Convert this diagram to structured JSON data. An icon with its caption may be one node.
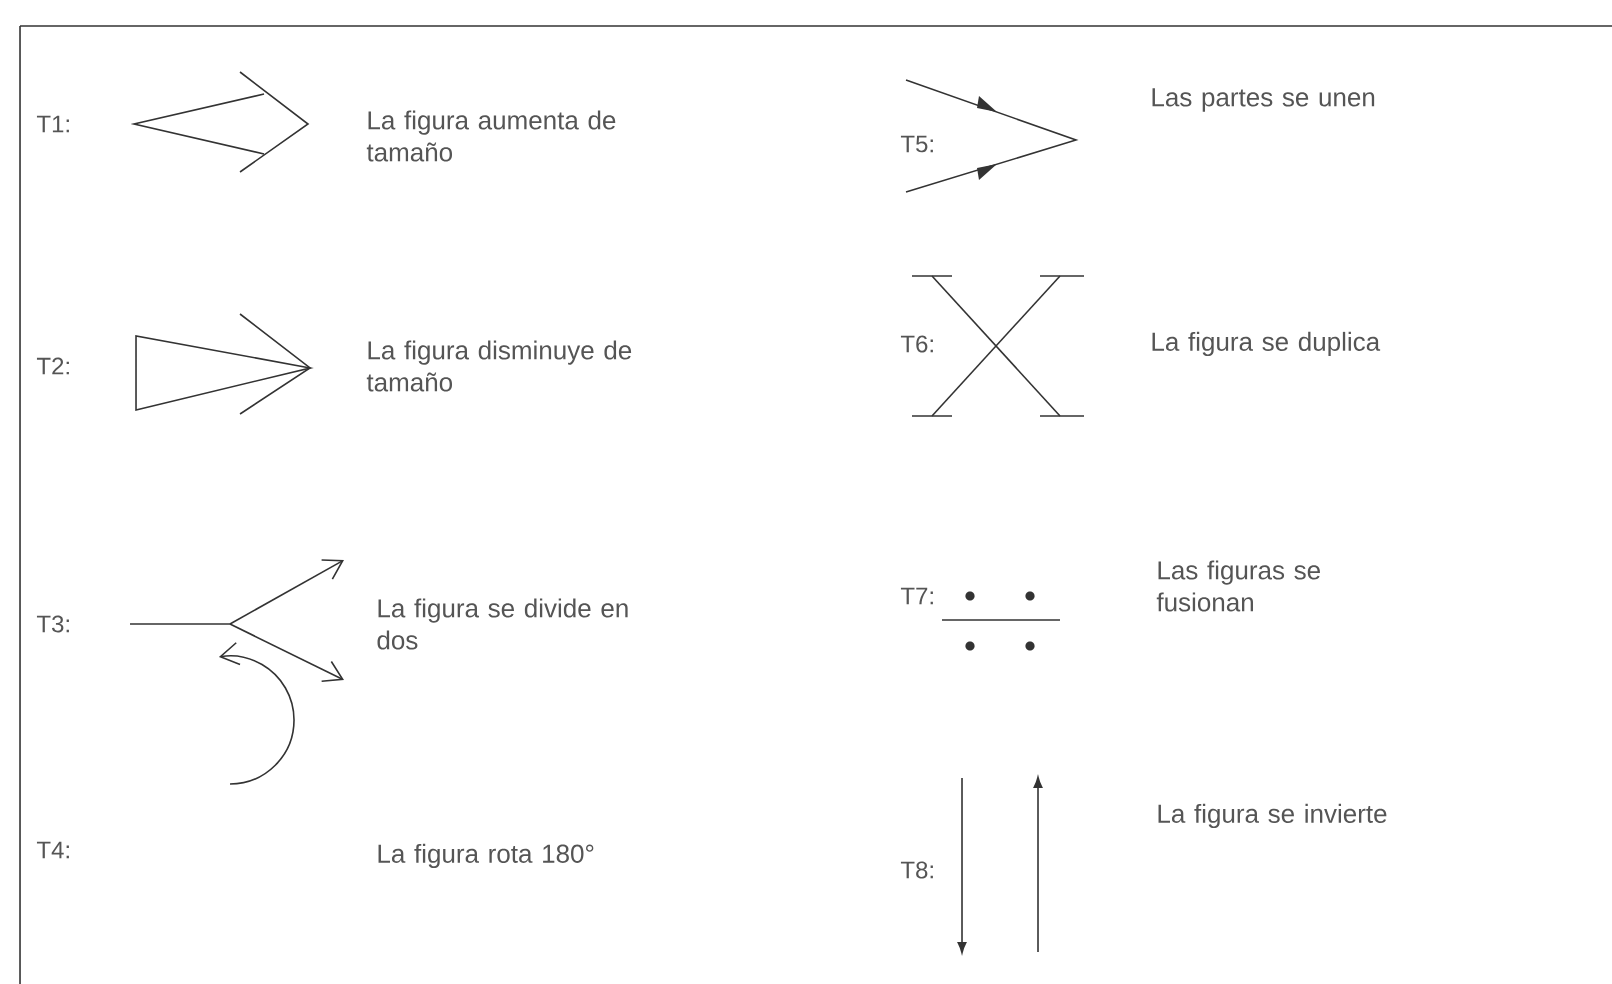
{
  "diagram": {
    "labels": [
      "T1:",
      "La figura aumenta de tamaño",
      "T5:",
      "Las partes se unen",
      "T2:",
      "La figura disminuye de tamaño",
      "T6:",
      "La figura se duplica",
      "T3:",
      "La figura se divide en dos",
      "T7:",
      "Las figuras se fusionan",
      "T4:",
      "La figura rota 180°",
      "T8:",
      "La figura se invierte"
    ]
  }
}
